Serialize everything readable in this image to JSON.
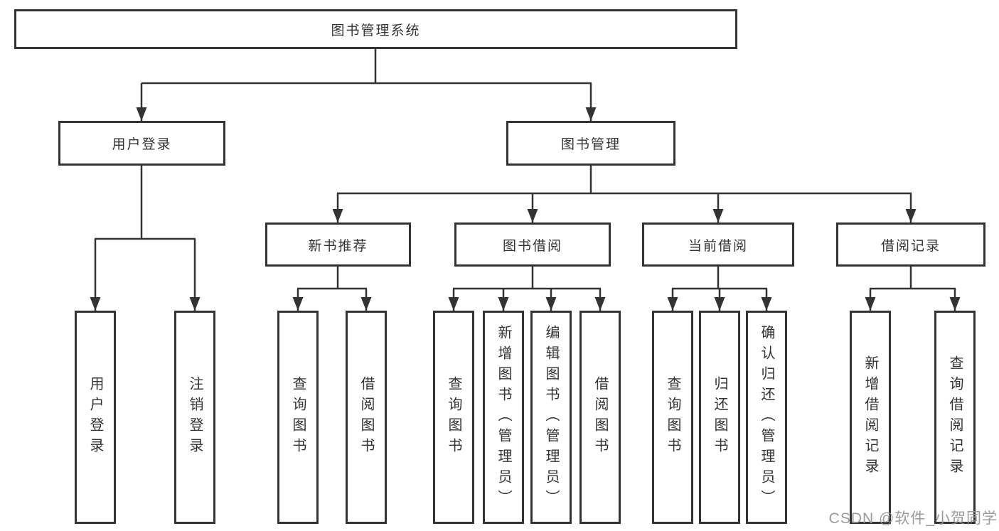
{
  "diagram_title": "图书管理系统",
  "tree": {
    "label": "图书管理系统",
    "children": [
      {
        "label": "用户登录",
        "children": [
          {
            "label": "用户登录"
          },
          {
            "label": "注销登录"
          }
        ]
      },
      {
        "label": "图书管理",
        "children": [
          {
            "label": "新书推荐",
            "children": [
              {
                "label": "查询图书"
              },
              {
                "label": "借阅图书"
              }
            ]
          },
          {
            "label": "图书借阅",
            "children": [
              {
                "label": "查询图书"
              },
              {
                "label": "新增图书（管理员）"
              },
              {
                "label": "编辑图书（管理员）"
              },
              {
                "label": "借阅图书"
              }
            ]
          },
          {
            "label": "当前借阅",
            "children": [
              {
                "label": "查询图书"
              },
              {
                "label": "归还图书"
              },
              {
                "label": "确认归还（管理员）"
              }
            ]
          },
          {
            "label": "借阅记录",
            "children": [
              {
                "label": "新增借阅记录"
              },
              {
                "label": "查询借阅记录"
              }
            ]
          }
        ]
      }
    ]
  },
  "watermark": {
    "text": "CSDN @软件_小贺同学"
  },
  "colors": {
    "line": "#333333",
    "box_border": "#333333",
    "box_background": "#ffffff",
    "text": "#333333",
    "watermark": "#969696",
    "page_background": "#ffffff"
  }
}
